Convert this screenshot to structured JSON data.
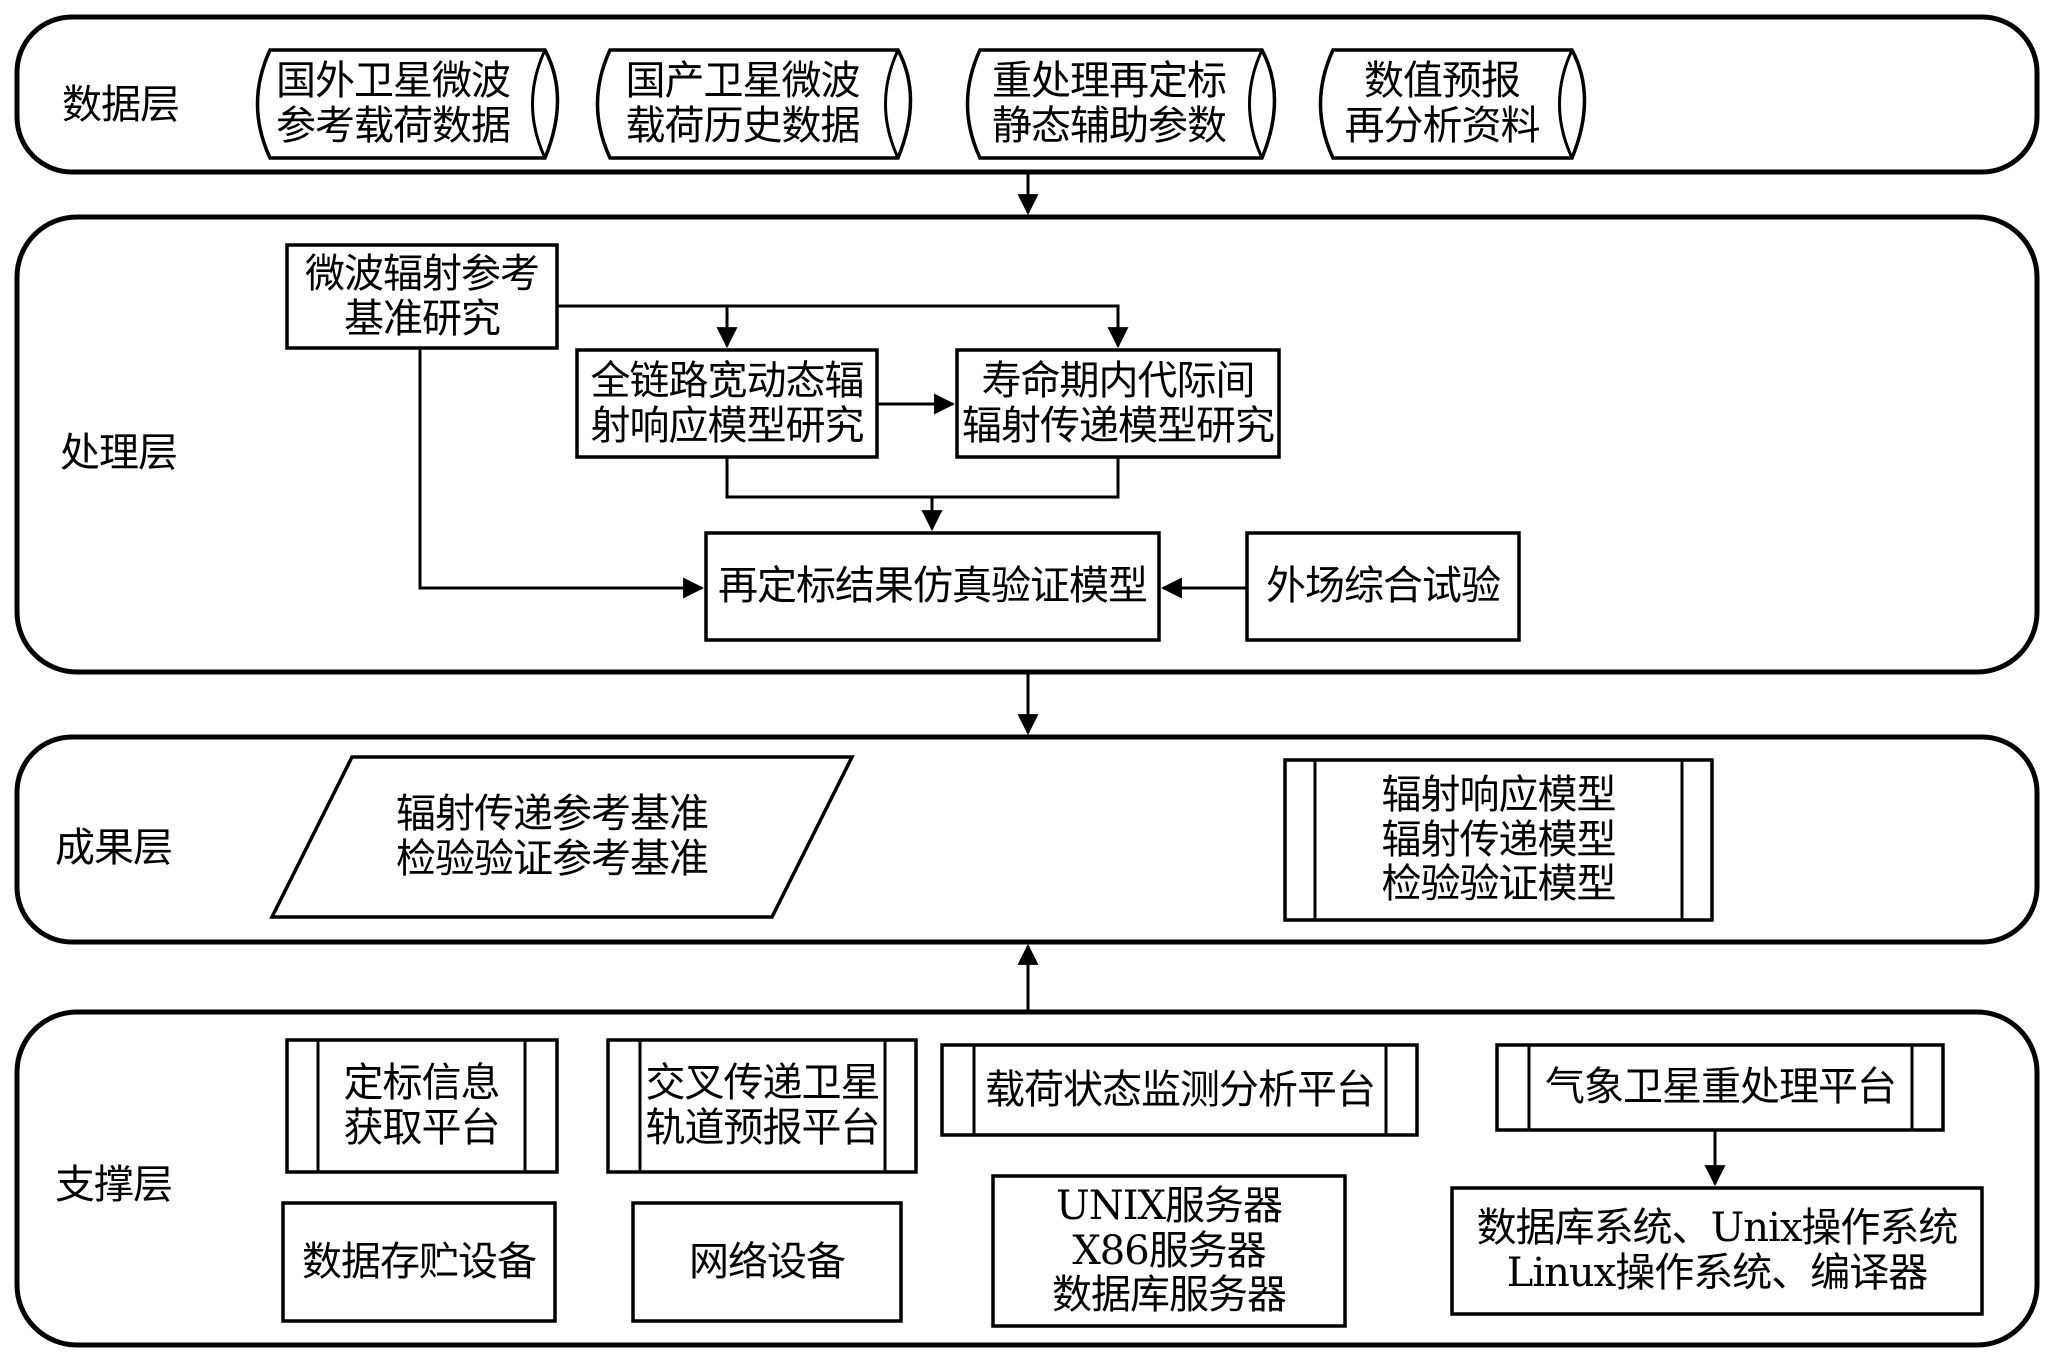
{
  "title": "微波辐射定标再定标系统层次架构",
  "layers": {
    "data": {
      "label": "数据层",
      "items": [
        {
          "text": "国外卫星微波\n参考载荷数据",
          "shape": "cylinder"
        },
        {
          "text": "国产卫星微波\n载荷历史数据",
          "shape": "cylinder"
        },
        {
          "text": "重处理再定标\n静态辅助参数",
          "shape": "cylinder"
        },
        {
          "text": "数值预报\n再分析资料",
          "shape": "cylinder"
        }
      ]
    },
    "processing": {
      "label": "处理层",
      "items": {
        "reference_study": "微波辐射参考\n基准研究",
        "response_model": "全链路宽动态辐\n射响应模型研究",
        "transfer_model": "寿命期内代际间\n辐射传递模型研究",
        "validation_model": "再定标结果仿真验证模型",
        "field_test": "外场综合试验"
      }
    },
    "results": {
      "label": "成果层",
      "items": [
        {
          "text": "辐射传递参考基准\n检验验证参考基准",
          "shape": "parallelogram"
        },
        {
          "text": "辐射响应模型\n辐射传递模型\n检验验证模型",
          "shape": "predefined-process"
        }
      ]
    },
    "support": {
      "label": "支撑层",
      "platforms": [
        "定标信息\n获取平台",
        "交叉传递卫星\n轨道预报平台",
        "载荷状态监测分析平台",
        "气象卫星重处理平台"
      ],
      "infrastructure": [
        "数据存贮设备",
        "网络设备",
        "UNIX服务器\nX86服务器\n数据库服务器",
        "数据库系统、Unix操作系统\nLinux操作系统、编译器"
      ]
    }
  },
  "flows": [
    {
      "from": "数据层",
      "to": "处理层",
      "direction": "down"
    },
    {
      "from": "处理层",
      "to": "成果层",
      "direction": "down"
    },
    {
      "from": "支撑层",
      "to": "成果层",
      "direction": "up"
    },
    {
      "from": "微波辐射参考基准研究",
      "to": "全链路宽动态辐射响应模型研究"
    },
    {
      "from": "微波辐射参考基准研究",
      "to": "寿命期内代际间辐射传递模型研究"
    },
    {
      "from": "全链路宽动态辐射响应模型研究",
      "to": "寿命期内代际间辐射传递模型研究"
    },
    {
      "from": "全链路宽动态辐射响应模型研究",
      "to": "再定标结果仿真验证模型"
    },
    {
      "from": "寿命期内代际间辐射传递模型研究",
      "to": "再定标结果仿真验证模型"
    },
    {
      "from": "微波辐射参考基准研究",
      "to": "再定标结果仿真验证模型"
    },
    {
      "from": "外场综合试验",
      "to": "再定标结果仿真验证模型"
    },
    {
      "from": "气象卫星重处理平台",
      "to": "数据库系统、Unix操作系统 Linux操作系统、编译器"
    }
  ]
}
